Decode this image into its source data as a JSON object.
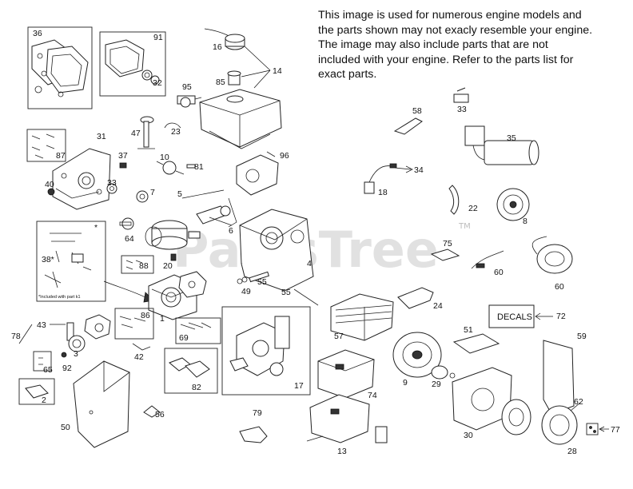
{
  "note": {
    "line1": "This image is used for numerous engine models and",
    "line2": "the parts shown may not exacly resemble your engine.",
    "line3": "The image may also include parts that are not",
    "line4": "included with your engine. Refer to the parts list for",
    "line5": "exact parts."
  },
  "watermark": {
    "text": "PartsTree",
    "tm": "TM"
  },
  "decals_label": "DECALS",
  "included_note": "*Included with part k1",
  "parts": {
    "p36": "36",
    "p91": "91",
    "p32": "32",
    "p16": "16",
    "p14": "14",
    "p85": "85",
    "p95": "95",
    "p31": "31",
    "p87": "87",
    "p47": "47",
    "p23": "23",
    "p37": "37",
    "p10": "10",
    "p81": "81",
    "p96": "96",
    "p40": "40",
    "p33": "33",
    "p7": "7",
    "p5": "5",
    "p58": "58",
    "p35": "35",
    "p34": "34",
    "p18": "18",
    "p64": "64",
    "p6": "6",
    "p22": "22",
    "p8": "8",
    "p38": "38*",
    "p88": "88",
    "p20": "20",
    "p75": "75",
    "p4": "4",
    "p60a": "60",
    "p60b": "60",
    "p49": "49",
    "p55a": "55",
    "p55b": "55",
    "p1": "1",
    "p86": "86",
    "p24": "24",
    "p72": "72",
    "p43": "43",
    "p78": "78",
    "p69": "69",
    "p42": "42",
    "p57": "57",
    "p51": "51",
    "p59": "59",
    "p3": "3",
    "p65": "65",
    "p92": "92",
    "p17": "17",
    "p9": "9",
    "p29": "29",
    "p82": "82",
    "p74": "74",
    "p2": "2",
    "p62": "62",
    "p50": "50",
    "p56": "56",
    "p79": "79",
    "p30": "30",
    "p77": "77",
    "p28": "28",
    "p13": "13",
    "star": "*"
  }
}
